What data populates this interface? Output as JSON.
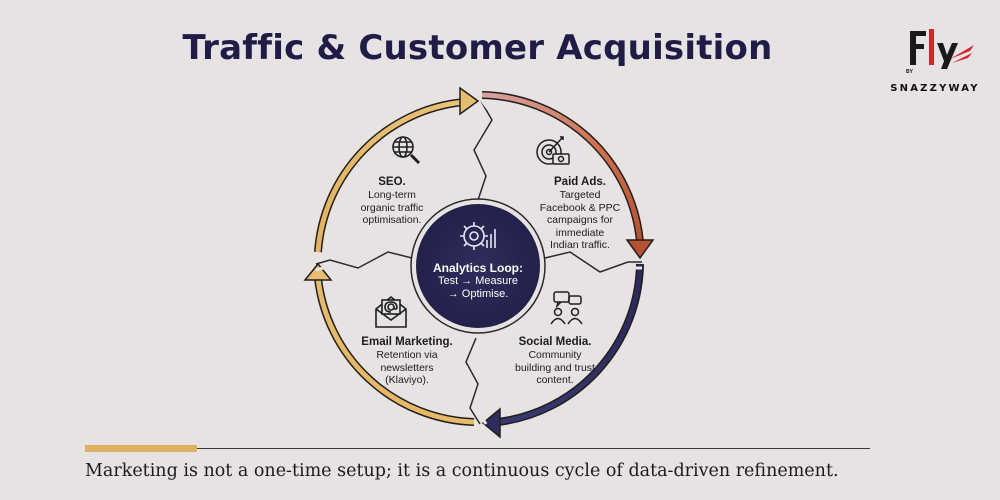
{
  "title": "Traffic & Customer Acquisition",
  "logo": {
    "brand": "Fly",
    "by": "BY",
    "name": "SNAZZYWAY"
  },
  "center": {
    "title": "Analytics Loop:",
    "line1": "Test → Measure",
    "line2": "→ Optimise.",
    "icon": "gear-chart-icon"
  },
  "nodes": [
    {
      "title": "SEO.",
      "desc": [
        "Long-term",
        "organic traffic",
        "optimisation."
      ],
      "icon": "globe-search-icon",
      "color": "#d8a84f"
    },
    {
      "title": "Paid Ads.",
      "desc": [
        "Targeted",
        "Facebook & PPC",
        "campaigns for",
        "immediate",
        "Indian traffic."
      ],
      "icon": "target-money-icon",
      "color": "#c9653f"
    },
    {
      "title": "Social Media.",
      "desc": [
        "Community",
        "building and trust",
        "content."
      ],
      "icon": "social-users-icon",
      "color": "#2e2c5a"
    },
    {
      "title": "Email Marketing.",
      "desc": [
        "Retention via",
        "newsletters",
        "(Klaviyo)."
      ],
      "icon": "email-icon",
      "color": "#d8a84f"
    }
  ],
  "caption": "Marketing is not a one-time setup; it is a continuous cycle of data-driven refinement.",
  "colors": {
    "navy": "#232149",
    "gold": "#dcb061",
    "orange": "#c9653f",
    "background": "#e6e3e2"
  }
}
